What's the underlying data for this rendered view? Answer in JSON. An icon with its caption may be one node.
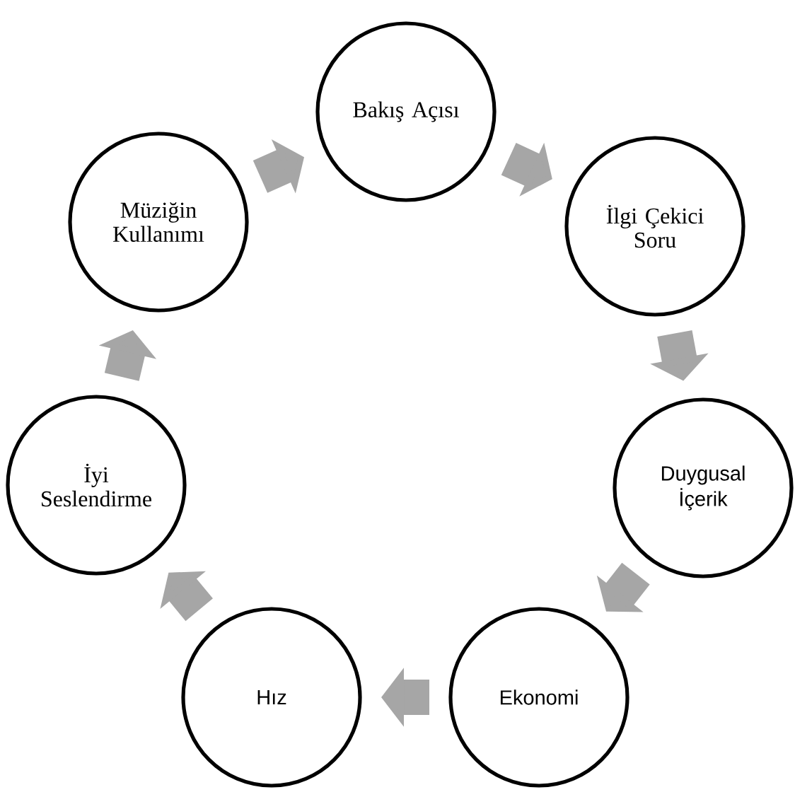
{
  "diagram": {
    "nodes": [
      {
        "text": [
          "Bakış Açısı"
        ]
      },
      {
        "text": [
          "İlgi Çekici Soru"
        ]
      },
      {
        "text": [
          "Duygusal İçerik"
        ]
      },
      {
        "text": [
          "Ekonomi"
        ]
      },
      {
        "text": [
          "Hız"
        ]
      },
      {
        "text": [
          "İyi Seslendirme"
        ]
      },
      {
        "text": [
          "Müziğin Kullanımı"
        ]
      }
    ],
    "edges": [
      {
        "from": 0,
        "to": 1,
        "arrow": "to"
      },
      {
        "from": 1,
        "to": 2,
        "arrow": "to"
      },
      {
        "from": 2,
        "to": 3,
        "arrow": "to"
      },
      {
        "from": 3,
        "to": 4,
        "arrow": "to"
      },
      {
        "from": 4,
        "to": 5,
        "arrow": "to"
      },
      {
        "from": 5,
        "to": 6,
        "arrow": "to"
      },
      {
        "from": 6,
        "to": 0,
        "arrow": "to"
      }
    ]
  }
}
